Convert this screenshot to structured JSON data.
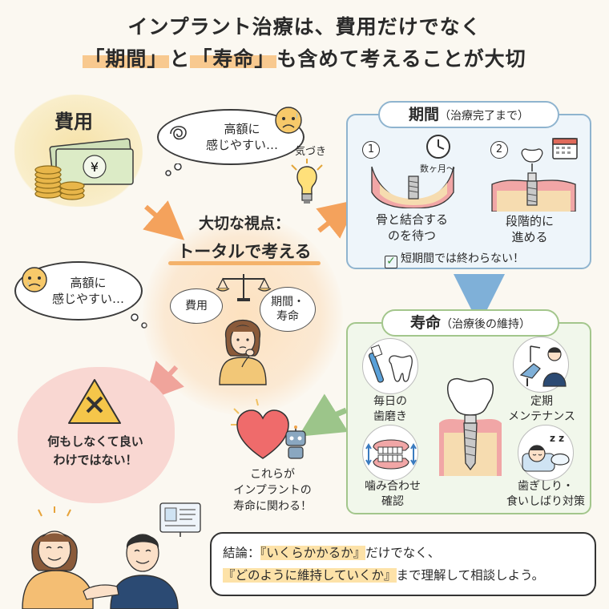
{
  "title": {
    "line1": "インプラント治療は、費用だけでなく",
    "line2_hl1": "「期間」",
    "line2_mid": "と",
    "line2_hl2": "「寿命」",
    "line2_rest": "も含めて考えることが大切"
  },
  "cost": {
    "label": "費用",
    "bill_symbol": "¥"
  },
  "bubble_top": {
    "line1": "高額に",
    "line2": "感じやすい…"
  },
  "bulb_label": "気づき",
  "bubble_left": {
    "line1": "高額に",
    "line2": "感じやすい…"
  },
  "center": {
    "heading1": "大切な視点：",
    "heading2": "トータルで考える",
    "cost_bubble": "費用",
    "period_bubble_l1": "期間・",
    "period_bubble_l2": "寿命"
  },
  "warning": {
    "line1": "何もしなくて良い",
    "line2": "わけではない！"
  },
  "period": {
    "tag_main": "期間",
    "tag_sub": "（治療完了まで）",
    "step1_num": "1",
    "step1_note": "数ヶ月〜",
    "step1_l1": "骨と結合する",
    "step1_l2": "のを待つ",
    "step2_num": "2",
    "step2_l1": "段階的に",
    "step2_l2": "進める",
    "check": "短期間では終わらない！"
  },
  "life": {
    "tag_main": "寿命",
    "tag_sub": "（治療後の維持）",
    "item1_l1": "毎日の",
    "item1_l2": "歯磨き",
    "item2_l1": "定期",
    "item2_l2": "メンテナンス",
    "item3_l1": "噛み合わせ",
    "item3_l2": "確認",
    "item4_l1": "歯ぎしり・",
    "item4_l2": "食いしばり対策",
    "zzz": "z z"
  },
  "heart": {
    "line1": "これらが",
    "line2": "インプラントの",
    "line3": "寿命に関わる！"
  },
  "conclusion": {
    "prefix": "結論：",
    "q1": "『いくらかかるか』",
    "mid1": "だけでなく、",
    "q2": "『どのように維持していくか』",
    "end": "まで理解して相談しよう。"
  },
  "colors": {
    "highlight": "#f8c98f",
    "period_border": "#8fb4cf",
    "life_border": "#a3c68c",
    "warn_bg": "#f9d7d2",
    "arrow_orange": "#f4a25c",
    "arrow_blue": "#7fb0d8",
    "arrow_green": "#9cc58a"
  }
}
